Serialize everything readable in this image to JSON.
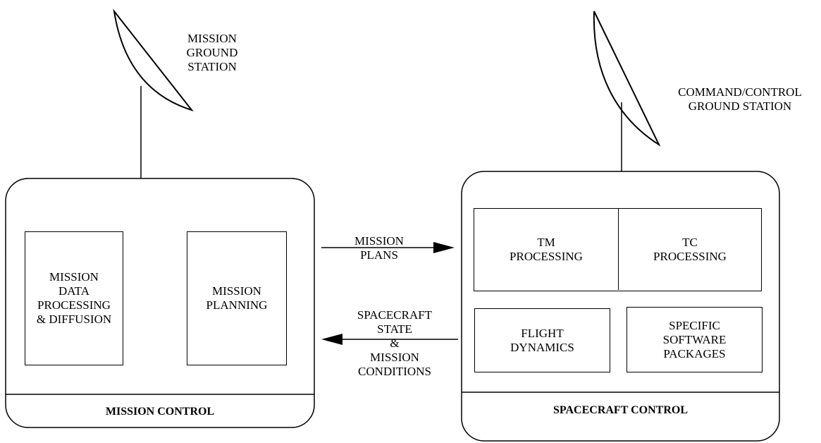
{
  "antennas": {
    "mission": {
      "label_lines": [
        "MISSION",
        "GROUND",
        "STATION"
      ],
      "icon": "satellite-dish-icon"
    },
    "command": {
      "label_lines": [
        "COMMAND/CONTROL",
        "GROUND STATION"
      ],
      "icon": "satellite-dish-icon"
    }
  },
  "mission_control": {
    "title": "MISSION CONTROL",
    "data_processing_lines": [
      "MISSION",
      "DATA",
      "PROCESSING",
      "& DIFFUSION"
    ],
    "planning_lines": [
      "MISSION",
      "PLANNING"
    ]
  },
  "spacecraft_control": {
    "title": "SPACECRAFT CONTROL",
    "tm_lines": [
      "TM",
      "PROCESSING"
    ],
    "tc_lines": [
      "TC",
      "PROCESSING"
    ],
    "flight_lines": [
      "FLIGHT",
      "DYNAMICS"
    ],
    "specific_lines": [
      "SPECIFIC",
      "SOFTWARE",
      "PACKAGES"
    ]
  },
  "arrows": {
    "plans_lines": [
      "MISSION",
      "PLANS"
    ],
    "state_lines": [
      "SPACECRAFT",
      "STATE",
      "&",
      "MISSION",
      "CONDITIONS"
    ]
  }
}
